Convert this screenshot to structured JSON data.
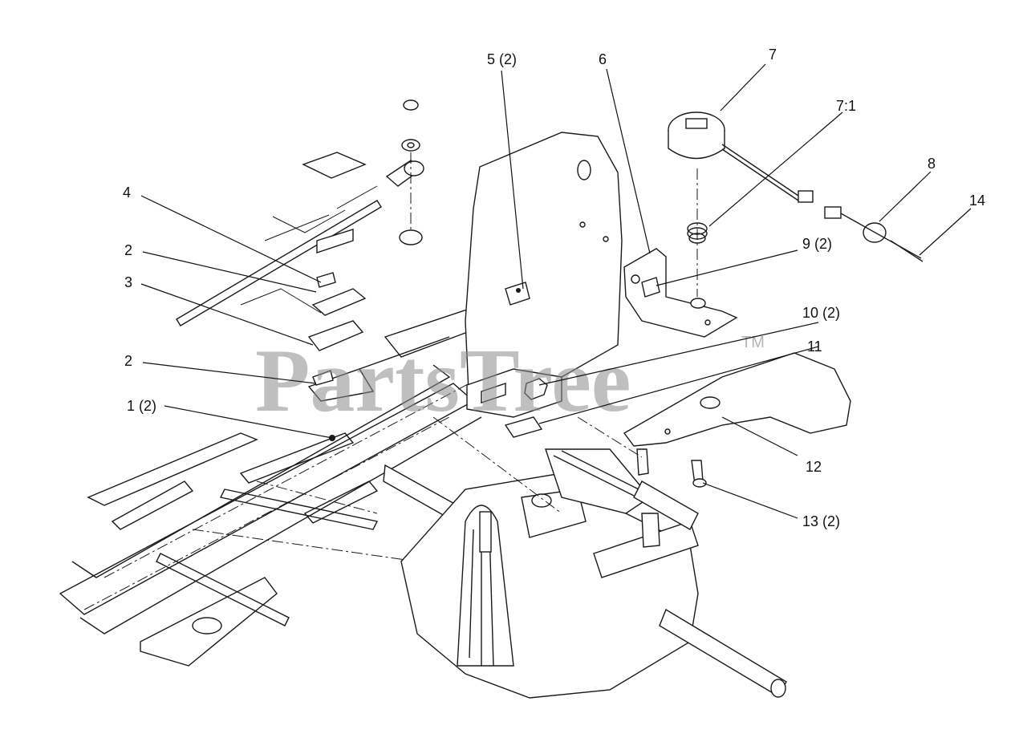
{
  "diagram": {
    "watermark": "PartsTree",
    "trademark": "TM",
    "callouts": [
      {
        "id": "c1",
        "label": "1 (2)"
      },
      {
        "id": "c2a",
        "label": "2"
      },
      {
        "id": "c2b",
        "label": "2"
      },
      {
        "id": "c3",
        "label": "3"
      },
      {
        "id": "c4",
        "label": "4"
      },
      {
        "id": "c5",
        "label": "5 (2)"
      },
      {
        "id": "c6",
        "label": "6"
      },
      {
        "id": "c7",
        "label": "7"
      },
      {
        "id": "c71",
        "label": "7:1"
      },
      {
        "id": "c8",
        "label": "8"
      },
      {
        "id": "c9",
        "label": "9 (2)"
      },
      {
        "id": "c10",
        "label": "10 (2)"
      },
      {
        "id": "c11",
        "label": "11"
      },
      {
        "id": "c12",
        "label": "12"
      },
      {
        "id": "c13",
        "label": "13 (2)"
      },
      {
        "id": "c14",
        "label": "14"
      }
    ]
  }
}
